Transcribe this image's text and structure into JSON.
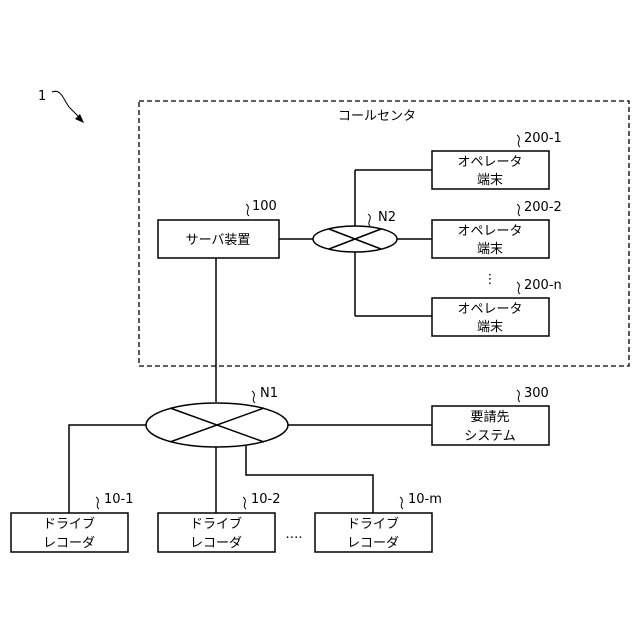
{
  "figure_ref": "1",
  "call_center": {
    "label": "コールセンタ"
  },
  "server": {
    "ref": "100",
    "label": "サーバ装置"
  },
  "network_n2": {
    "ref": "N2"
  },
  "network_n1": {
    "ref": "N1"
  },
  "operator_terminals": [
    {
      "ref": "200-1",
      "line1": "オペレータ",
      "line2": "端末"
    },
    {
      "ref": "200-2",
      "line1": "オペレータ",
      "line2": "端末"
    },
    {
      "ref": "200-n",
      "line1": "オペレータ",
      "line2": "端末"
    }
  ],
  "operator_ellipsis": "⋮",
  "request_system": {
    "ref": "300",
    "line1": "要請先",
    "line2": "システム"
  },
  "drive_recorders": [
    {
      "ref": "10-1",
      "line1": "ドライブ",
      "line2": "レコーダ"
    },
    {
      "ref": "10-2",
      "line1": "ドライブ",
      "line2": "レコーダ"
    },
    {
      "ref": "10-m",
      "line1": "ドライブ",
      "line2": "レコーダ"
    }
  ],
  "recorder_ellipsis": "…."
}
